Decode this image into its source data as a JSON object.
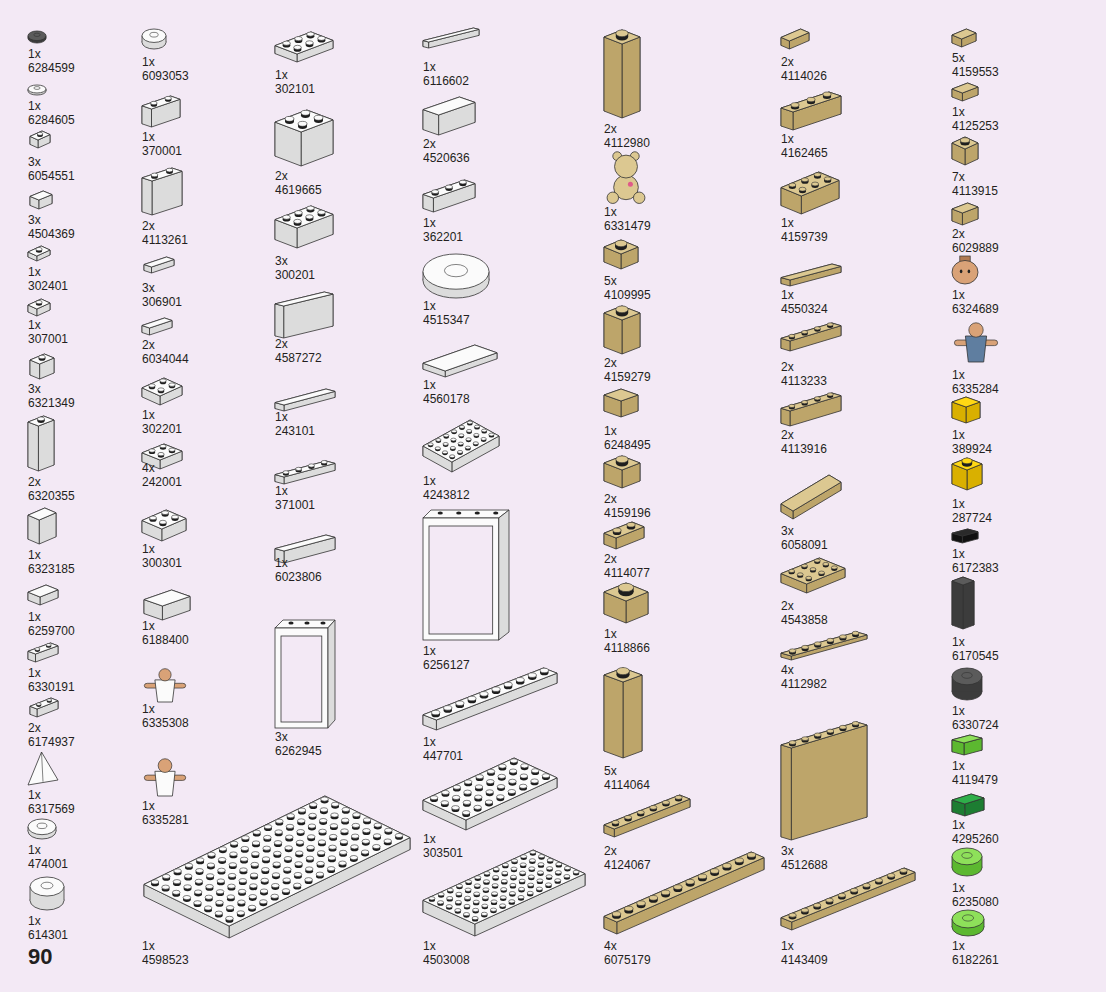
{
  "diagram": {
    "labels": [
      "1x",
      "6284599",
      "1x",
      "6284605",
      "3x",
      "6054551",
      "3x",
      "4504369",
      "1x",
      "302401",
      "1x",
      "307001",
      "3x",
      "6321349",
      "2x",
      "6320355",
      "1x",
      "6323185",
      "1x",
      "6259700",
      "1x",
      "6330191",
      "2x",
      "6174937",
      "1x",
      "6317569",
      "1x",
      "474001",
      "1x",
      "614301",
      "1x",
      "6093053",
      "1x",
      "370001",
      "2x",
      "4113261",
      "3x",
      "306901",
      "2x",
      "6034044",
      "1x",
      "302201",
      "4x",
      "242001",
      "1x",
      "300301",
      "1x",
      "6188400",
      "1x",
      "6335308",
      "1x",
      "6335281",
      "1x",
      "4598523",
      "1x",
      "302101",
      "2x",
      "4619665",
      "3x",
      "300201",
      "2x",
      "4587272",
      "1x",
      "243101",
      "1x",
      "371001",
      "1x",
      "6023806",
      "3x",
      "6262945",
      "1x",
      "6116602",
      "2x",
      "4520636",
      "1x",
      "362201",
      "1x",
      "4515347",
      "1x",
      "4560178",
      "1x",
      "4243812",
      "1x",
      "6256127",
      "1x",
      "447701",
      "1x",
      "303501",
      "1x",
      "4503008",
      "2x",
      "4112980",
      "1x",
      "6331479",
      "5x",
      "4109995",
      "2x",
      "4159279",
      "1x",
      "6248495",
      "2x",
      "4159196",
      "2x",
      "4114077",
      "1x",
      "4118866",
      "5x",
      "4114064",
      "2x",
      "4124067",
      "4x",
      "6075179",
      "2x",
      "4114026",
      "1x",
      "4162465",
      "1x",
      "4159739",
      "1x",
      "4550324",
      "2x",
      "4113233",
      "2x",
      "4113916",
      "3x",
      "6058091",
      "2x",
      "4543858",
      "4x",
      "4112982",
      "3x",
      "4512688",
      "1x",
      "4143409",
      "5x",
      "4159553",
      "1x",
      "4125253",
      "7x",
      "4113915",
      "2x",
      "6029889",
      "1x",
      "6324689",
      "1x",
      "6335284",
      "1x",
      "389924",
      "1x",
      "287724",
      "1x",
      "6172383",
      "1x",
      "6170545",
      "1x",
      "6330724",
      "1x",
      "4119479",
      "1x",
      "4295260",
      "1x",
      "6235080",
      "1x",
      "6182261",
      "90"
    ]
  }
}
